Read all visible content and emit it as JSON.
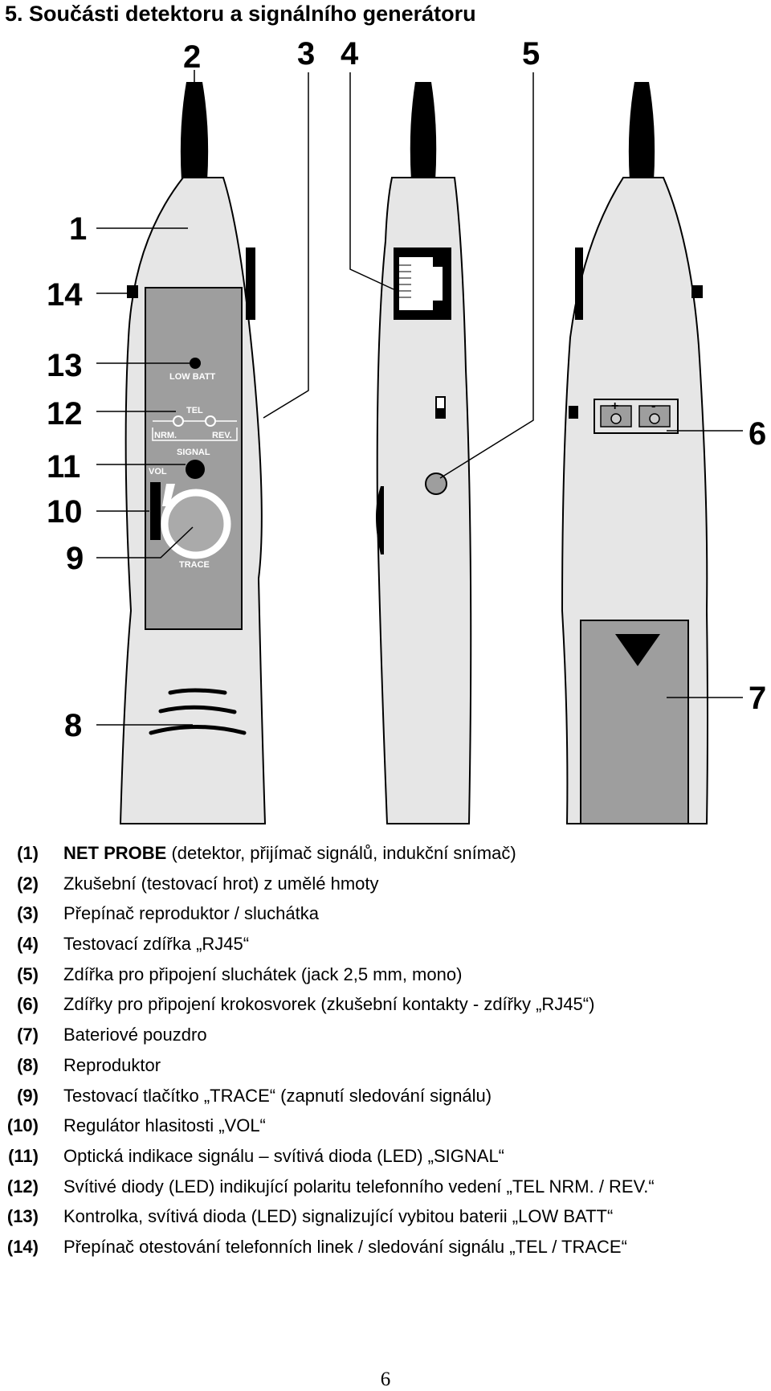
{
  "heading": "5. Součásti detektoru a signálního generátoru",
  "figure": {
    "callouts": [
      "1",
      "2",
      "3",
      "4",
      "5",
      "6",
      "7",
      "8",
      "9",
      "10",
      "11",
      "12",
      "13",
      "14"
    ],
    "panel_labels": {
      "low_batt": "LOW BATT",
      "tel": "TEL",
      "nrm": "NRM.",
      "rev": "REV.",
      "signal": "SIGNAL",
      "vol": "VOL",
      "trace": "TRACE"
    },
    "plus": "+",
    "minus": "-"
  },
  "legend": [
    {
      "num": "(1)",
      "term": "NET PROBE",
      "text": " (detektor, přijímač signálů, indukční snímač)"
    },
    {
      "num": "(2)",
      "term": "",
      "text": "Zkušební (testovací hrot) z umělé hmoty"
    },
    {
      "num": "(3)",
      "term": "",
      "text": "Přepínač reproduktor / sluchátka"
    },
    {
      "num": "(4)",
      "term": "",
      "text": "Testovací zdířka „RJ45“"
    },
    {
      "num": "(5)",
      "term": "",
      "text": "Zdířka pro připojení sluchátek (jack 2,5 mm, mono)"
    },
    {
      "num": "(6)",
      "term": "",
      "text": "Zdířky pro připojení krokosvorek (zkušební kontakty - zdířky „RJ45“)"
    },
    {
      "num": "(7)",
      "term": "",
      "text": "Bateriové pouzdro"
    },
    {
      "num": "(8)",
      "term": "",
      "text": "Reproduktor"
    },
    {
      "num": "(9)",
      "term": "",
      "text": "Testovací tlačítko „TRACE“ (zapnutí sledování signálu)"
    },
    {
      "num": "(10)",
      "term": "",
      "text": "Regulátor hlasitosti „VOL“"
    },
    {
      "num": "(11)",
      "term": "",
      "text": "Optická indikace signálu – svítivá dioda (LED) „SIGNAL“"
    },
    {
      "num": "(12)",
      "term": "",
      "text": "Svítivé diody (LED) indikující polaritu telefonního vedení „TEL NRM. / REV.“"
    },
    {
      "num": "(13)",
      "term": "",
      "text": "Kontrolka, svítivá dioda (LED) signalizující vybitou baterii „LOW BATT“"
    },
    {
      "num": "(14)",
      "term": "",
      "text": "Přepínač otestování telefonních linek / sledování signálu „TEL / TRACE“"
    }
  ],
  "page_number": "6"
}
